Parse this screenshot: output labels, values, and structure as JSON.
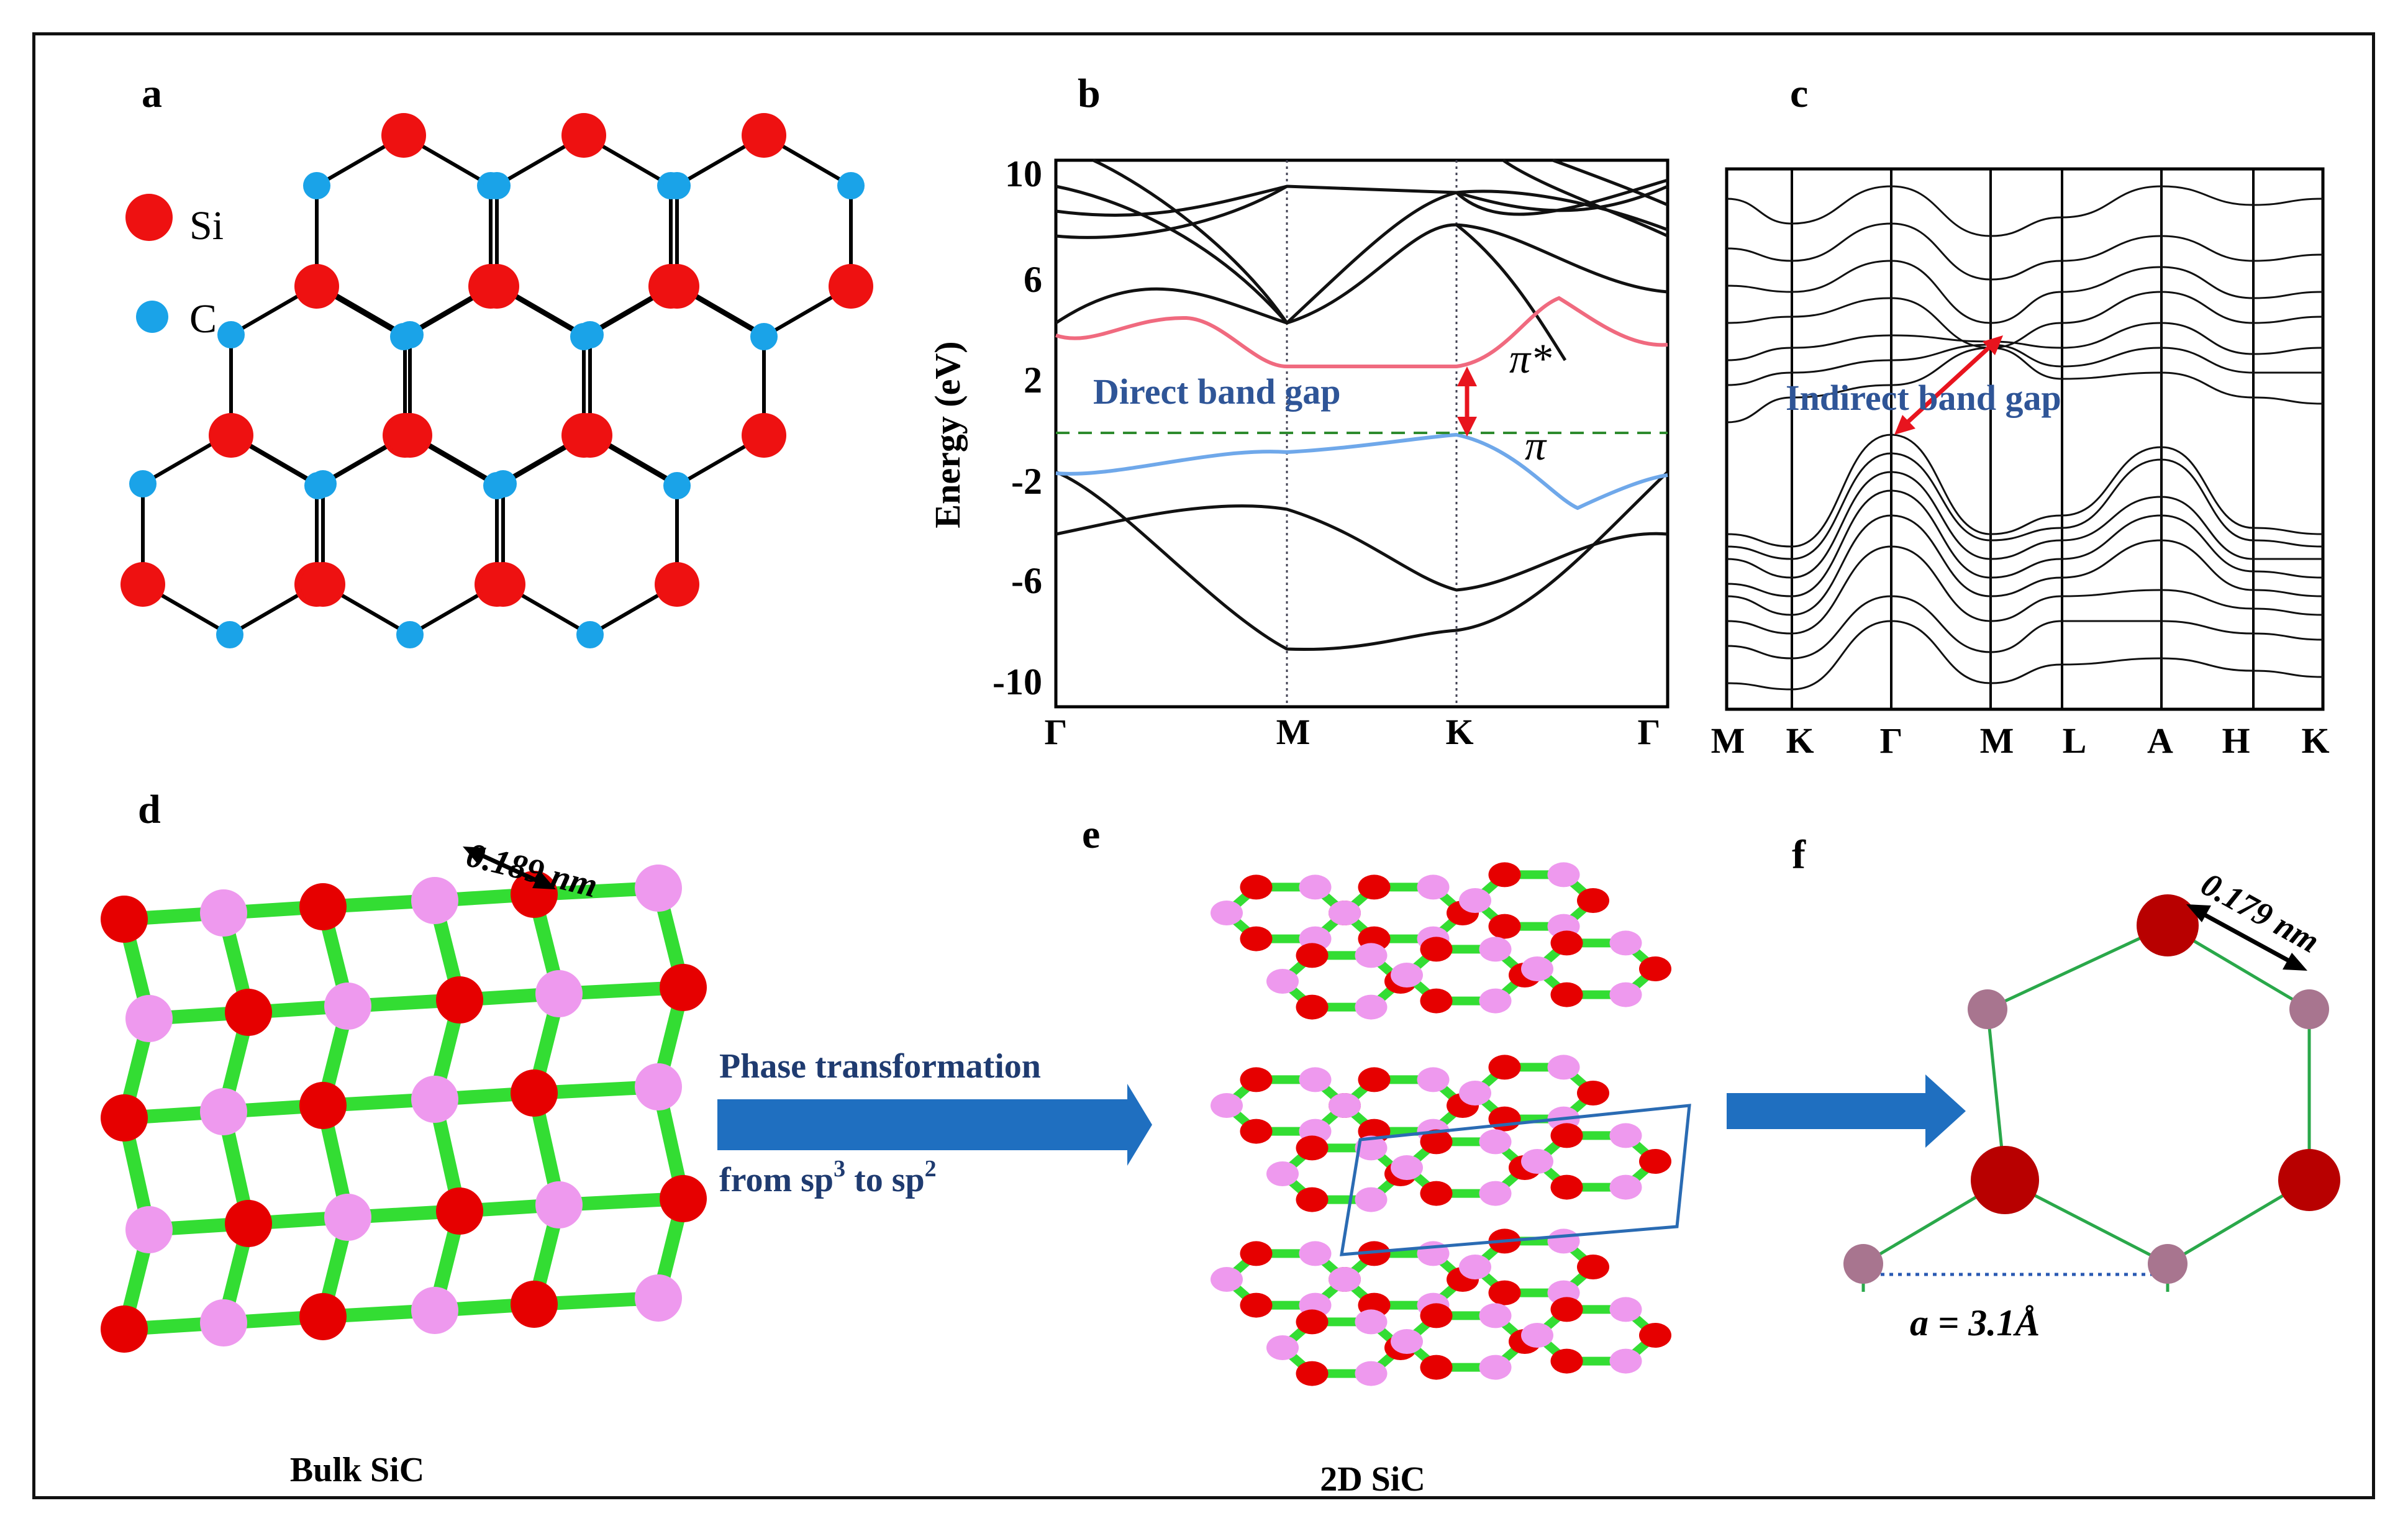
{
  "panels": {
    "a": {
      "label": "a",
      "legend": [
        {
          "text": "Si",
          "color": "#ee1111"
        },
        {
          "text": "C",
          "color": "#1aa3e8"
        }
      ]
    },
    "b": {
      "label": "b",
      "ylabel": "Energy (eV)",
      "yticks": [
        "10",
        "6",
        "2",
        "-2",
        "-6",
        "-10"
      ],
      "xticks": [
        "Γ",
        "M",
        "K",
        "Γ"
      ],
      "annotation": "Direct band gap",
      "pi_star": "π*",
      "pi": "π",
      "colors": {
        "conduction": "#f06a7f",
        "valence": "#6fa8ea",
        "fermi": "#2e8b2e",
        "arrow": "#e8141e",
        "annotation": "#2f5597"
      }
    },
    "c": {
      "label": "c",
      "xticks": [
        "M",
        "K",
        "Γ",
        "M",
        "L",
        "A",
        "H",
        "K"
      ],
      "annotation": "Indirect band gap"
    },
    "d": {
      "label": "d",
      "bond_length": "0.189 nm",
      "caption": "Bulk SiC",
      "colors": {
        "si": "#e60000",
        "c": "#ee99ee",
        "bond": "#33dd33"
      }
    },
    "arrow_text": {
      "line1": "Phase transformation",
      "line2_prefix": "from sp",
      "sup1": "3",
      "line2_mid": " to sp",
      "sup2": "2",
      "arrow_color": "#1f6fc0"
    },
    "e": {
      "label": "e",
      "caption": "2D SiC"
    },
    "f": {
      "label": "f",
      "bond_length": "0.179 nm",
      "lattice_constant": "a = 3.1Å",
      "colors": {
        "si": "#b80000",
        "c": "#a8758f",
        "bond": "#2aa84a"
      }
    }
  }
}
